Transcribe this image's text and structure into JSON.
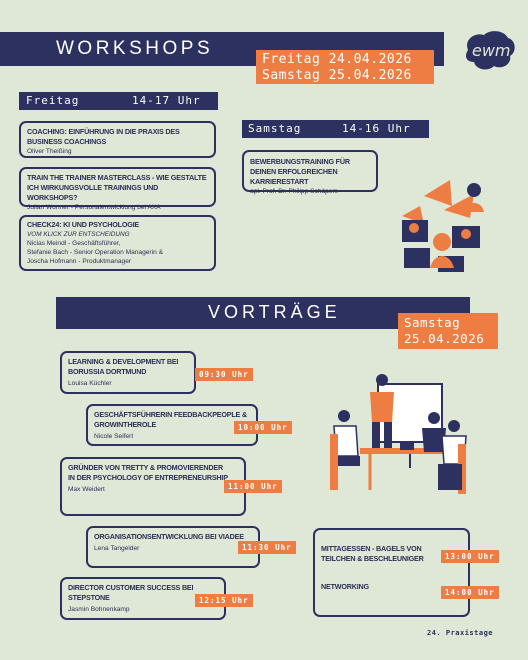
{
  "workshops": {
    "title": "WORKSHOPS",
    "dates": [
      "Freitag 24.04.2026",
      "Samstag 25.04.2026"
    ],
    "friday": {
      "label": "Freitag",
      "time": "14-17 Uhr",
      "items": [
        {
          "title": "COACHING: EINFÜHRUNG IN DIE PRAXIS DES BUSINESS COACHINGS",
          "people": [
            "Oliver Theißing"
          ]
        },
        {
          "title": "TRAIN THE TRAINER MASTERCLASS - WIE GESTALTE ICH WIRKUNGSVOLLE TRAININGS UND WORKSHOPS?",
          "people": [
            "Julian Wonner - Personalentwicklung bei AXA"
          ]
        },
        {
          "title": "CHECK24: KI UND PSYCHOLOGIE",
          "subtitle": "VOM KLICK ZUR ENTSCHEIDUNG",
          "people": [
            "Niclas Meindl - Geschäftsführer,",
            "Stefanie Bach - Senior Operation Managerin &",
            "Joscha Hofmann - Produktmanager"
          ]
        }
      ]
    },
    "saturday": {
      "label": "Samstag",
      "time": "14-16 Uhr",
      "items": [
        {
          "title": "BEWERBUNGSTRAINING FÜR DEINEN ERFOLGREICHEN KARRIERESTART",
          "people": [
            "apl. Prof. Dr. Philipp Schäpers"
          ]
        }
      ]
    }
  },
  "vortraege": {
    "title": "VORTRÄGE",
    "date": [
      "Samstag",
      "25.04.2026"
    ],
    "talks": [
      {
        "title": "LEARNING & DEVELOPMENT BEI BORUSSIA DORTMUND",
        "speaker": "Louisa Küchler",
        "time": "09:30 Uhr"
      },
      {
        "title": "GESCHÄFTSFÜHRERIN FEEDBACKPEOPLE & GROWINTHEROLE",
        "speaker": "Nicole Seifert",
        "time": "10:00 Uhr"
      },
      {
        "title": "GRÜNDER VON TRETTY & PROMOVIERENDER IN DER PSYCHOLOGY OF ENTREPRENEURSHIP",
        "speaker": "Max Weidert",
        "time": "11:00 Uhr"
      },
      {
        "title": "ORGANISATIONSENTWICKLUNG BEI VIADEE",
        "speaker": "Lena Tangelder",
        "time": "11:30 Uhr"
      },
      {
        "title": "DIRECTOR CUSTOMER SUCCESS BEI STEPSTONE",
        "speaker": "Jasmin Bohnenkamp",
        "time": "12:15 Uhr"
      }
    ],
    "extras": [
      {
        "title": "MITTAGESSEN - BAGELS VON TEILCHEN & BESCHLEUNIGER",
        "time": "13:00 Uhr"
      },
      {
        "title": "NETWORKING",
        "time": "14:00 Uhr"
      }
    ]
  },
  "footer": "24. Praxistage",
  "colors": {
    "navy": "#2c3160",
    "orange": "#ee7d43",
    "background": "#dfe8d6"
  }
}
